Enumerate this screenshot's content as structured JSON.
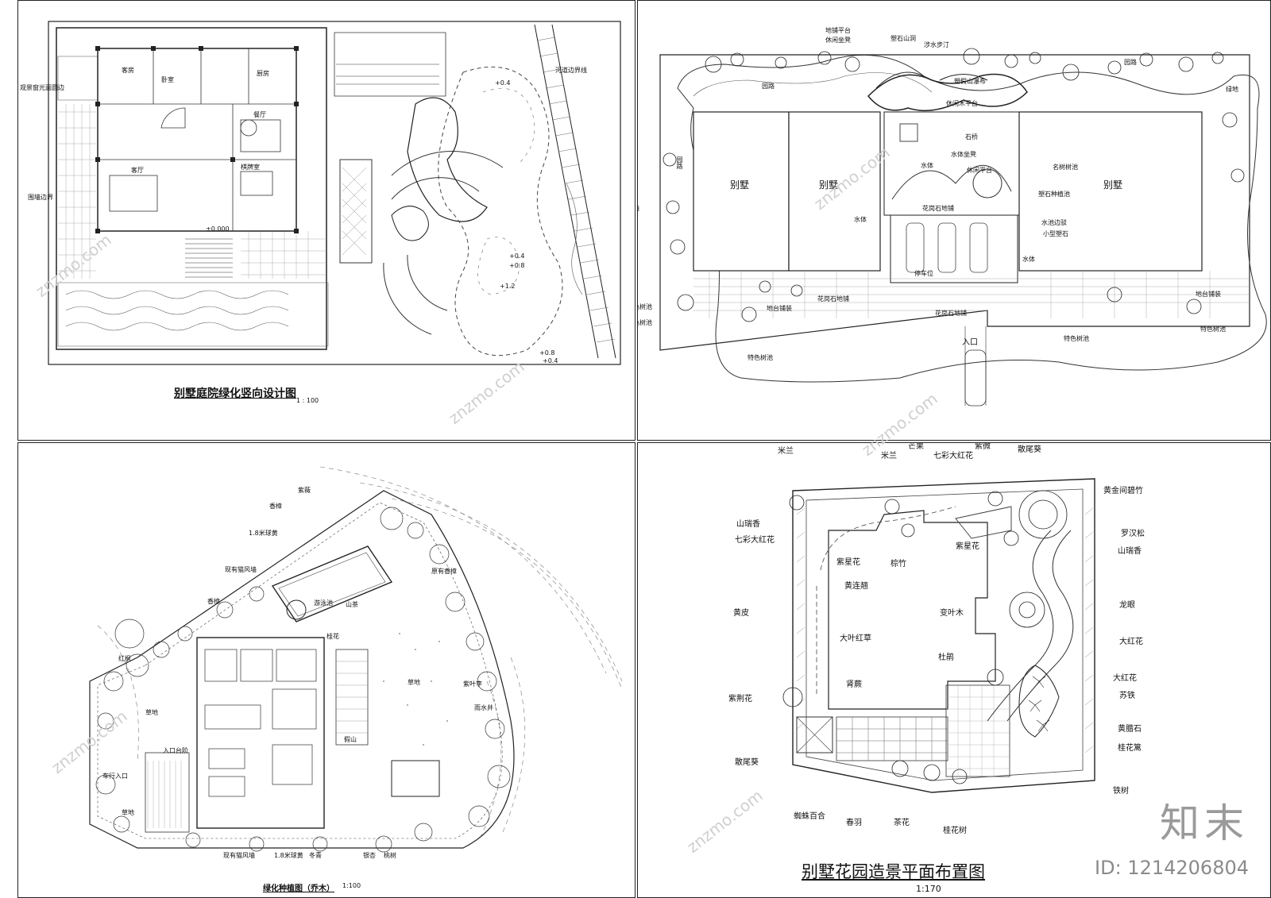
{
  "panel_1": {
    "title": "别墅庭院绿化竖向设计图",
    "scale": "1 : 100",
    "labels": {
      "left_top": "观景窗光面圆边",
      "left_mid": "围墙边界",
      "right_edge": "河道边界线",
      "elev_a": "+0.4",
      "elev_b": "+0.4",
      "elev_c": "+0.8",
      "elev_d": "+1.2",
      "elev_e": "+0.8",
      "elev_f": "+0.4",
      "floor_level": "±0.000",
      "room_a": "客房",
      "room_b": "卧室",
      "room_c": "厨房",
      "room_d": "客厅",
      "room_e": "餐厅",
      "room_f": "棋牌室"
    }
  },
  "panel_2": {
    "labels": {
      "top_1": "地铺平台",
      "top_2": "休闲坐凳",
      "top_3": "塑石山洞",
      "top_4": "涉水步汀",
      "top_5": "塑假山瀑布",
      "top_6": "休闲木平台",
      "road_1": "园路",
      "road_2": "园路",
      "road_3": "园路",
      "green": "绿地",
      "villa_1": "别墅",
      "villa_2": "别墅",
      "villa_3": "别墅",
      "water_1": "水体",
      "water_2": "水体",
      "water_3": "水体",
      "bridge": "石桥",
      "seat": "水体坐凳",
      "rest": "休闲平台",
      "flower_bed": "花岗石地铺",
      "tree_pool": "名树树池",
      "planter": "塑石种植池",
      "pool_edge": "水池边驳",
      "rock": "小型塑石",
      "wall": "围墙",
      "special_1": "特色树池",
      "special_2": "特色树池",
      "special_3": "特色树池",
      "special_4": "特色树池",
      "special_5": "特色树池",
      "parking": "停车位",
      "paving_1": "地台铺装",
      "paving_2": "花岗石地铺",
      "paving_3": "花岗石地铺",
      "paving_4": "地台铺装",
      "entrance": "入口"
    }
  },
  "panel_3": {
    "title": "绿化种植图（乔木）",
    "scale": "1:100",
    "labels": {
      "pool": "游泳池",
      "lawn_1": "草地",
      "lawn_2": "草地",
      "lawn_3": "草地",
      "car_entry": "车行入口",
      "entry": "入口台阶",
      "tree_1": "香樟",
      "tree_2": "香樟",
      "tree_3": "紫薇",
      "tree_4": "红枫",
      "tree_5": "桂花",
      "tree_6": "冬青",
      "tree_7": "银杏",
      "shrub_1": "1.8米球黄",
      "shrub_2": "1.8米球黄",
      "shrub_3": "现有猫风墙",
      "shrub_4": "现有猫风墙",
      "note_1": "原有香樟",
      "note_2": "紫叶李",
      "note_3": "雨水井",
      "note_4": "假山",
      "note_5": "山茶",
      "note_6": "桃树"
    }
  },
  "panel_4": {
    "title": "别墅花园造景平面布置图",
    "scale": "1:170",
    "labels": {
      "milan_1": "米兰",
      "milan_2": "米兰",
      "mango": "芒果",
      "ziwei": "紫微",
      "sanweikui_1": "散尾葵",
      "sanweikui_2": "散尾葵",
      "qicai_1": "七彩大红花",
      "qicai_2": "七彩大红花",
      "shanruixiang_1": "山瑞香",
      "shanruixiang_2": "山瑞香",
      "huangjin": "黄金间碧竹",
      "luohansong": "罗汉松",
      "zixinghua_1": "紫星花",
      "zixinghua_2": "紫星花",
      "zonzhu": "棕竹",
      "huanglianqiao": "黄连翘",
      "huangpi": "黄皮",
      "bianyemu": "变叶木",
      "longyan": "龙眼",
      "dayehongcao": "大叶红草",
      "dahonghua_1": "大红花",
      "dahonghua_2": "大红花",
      "dujuan": "杜鹃",
      "shenjue": "肾蕨",
      "sutie": "苏铁",
      "zijinghua": "紫荆花",
      "huanglashi": "黄腊石",
      "guihualu": "桂花篱",
      "zhizhubaihe": "蜘蛛百合",
      "chunyu": "春羽",
      "chahua": "茶花",
      "guihuashu": "桂花树",
      "tiezhu": "铁树"
    }
  },
  "watermark": {
    "site": "znzmo.com",
    "brand": "知末",
    "id": "ID: 1214206804"
  }
}
